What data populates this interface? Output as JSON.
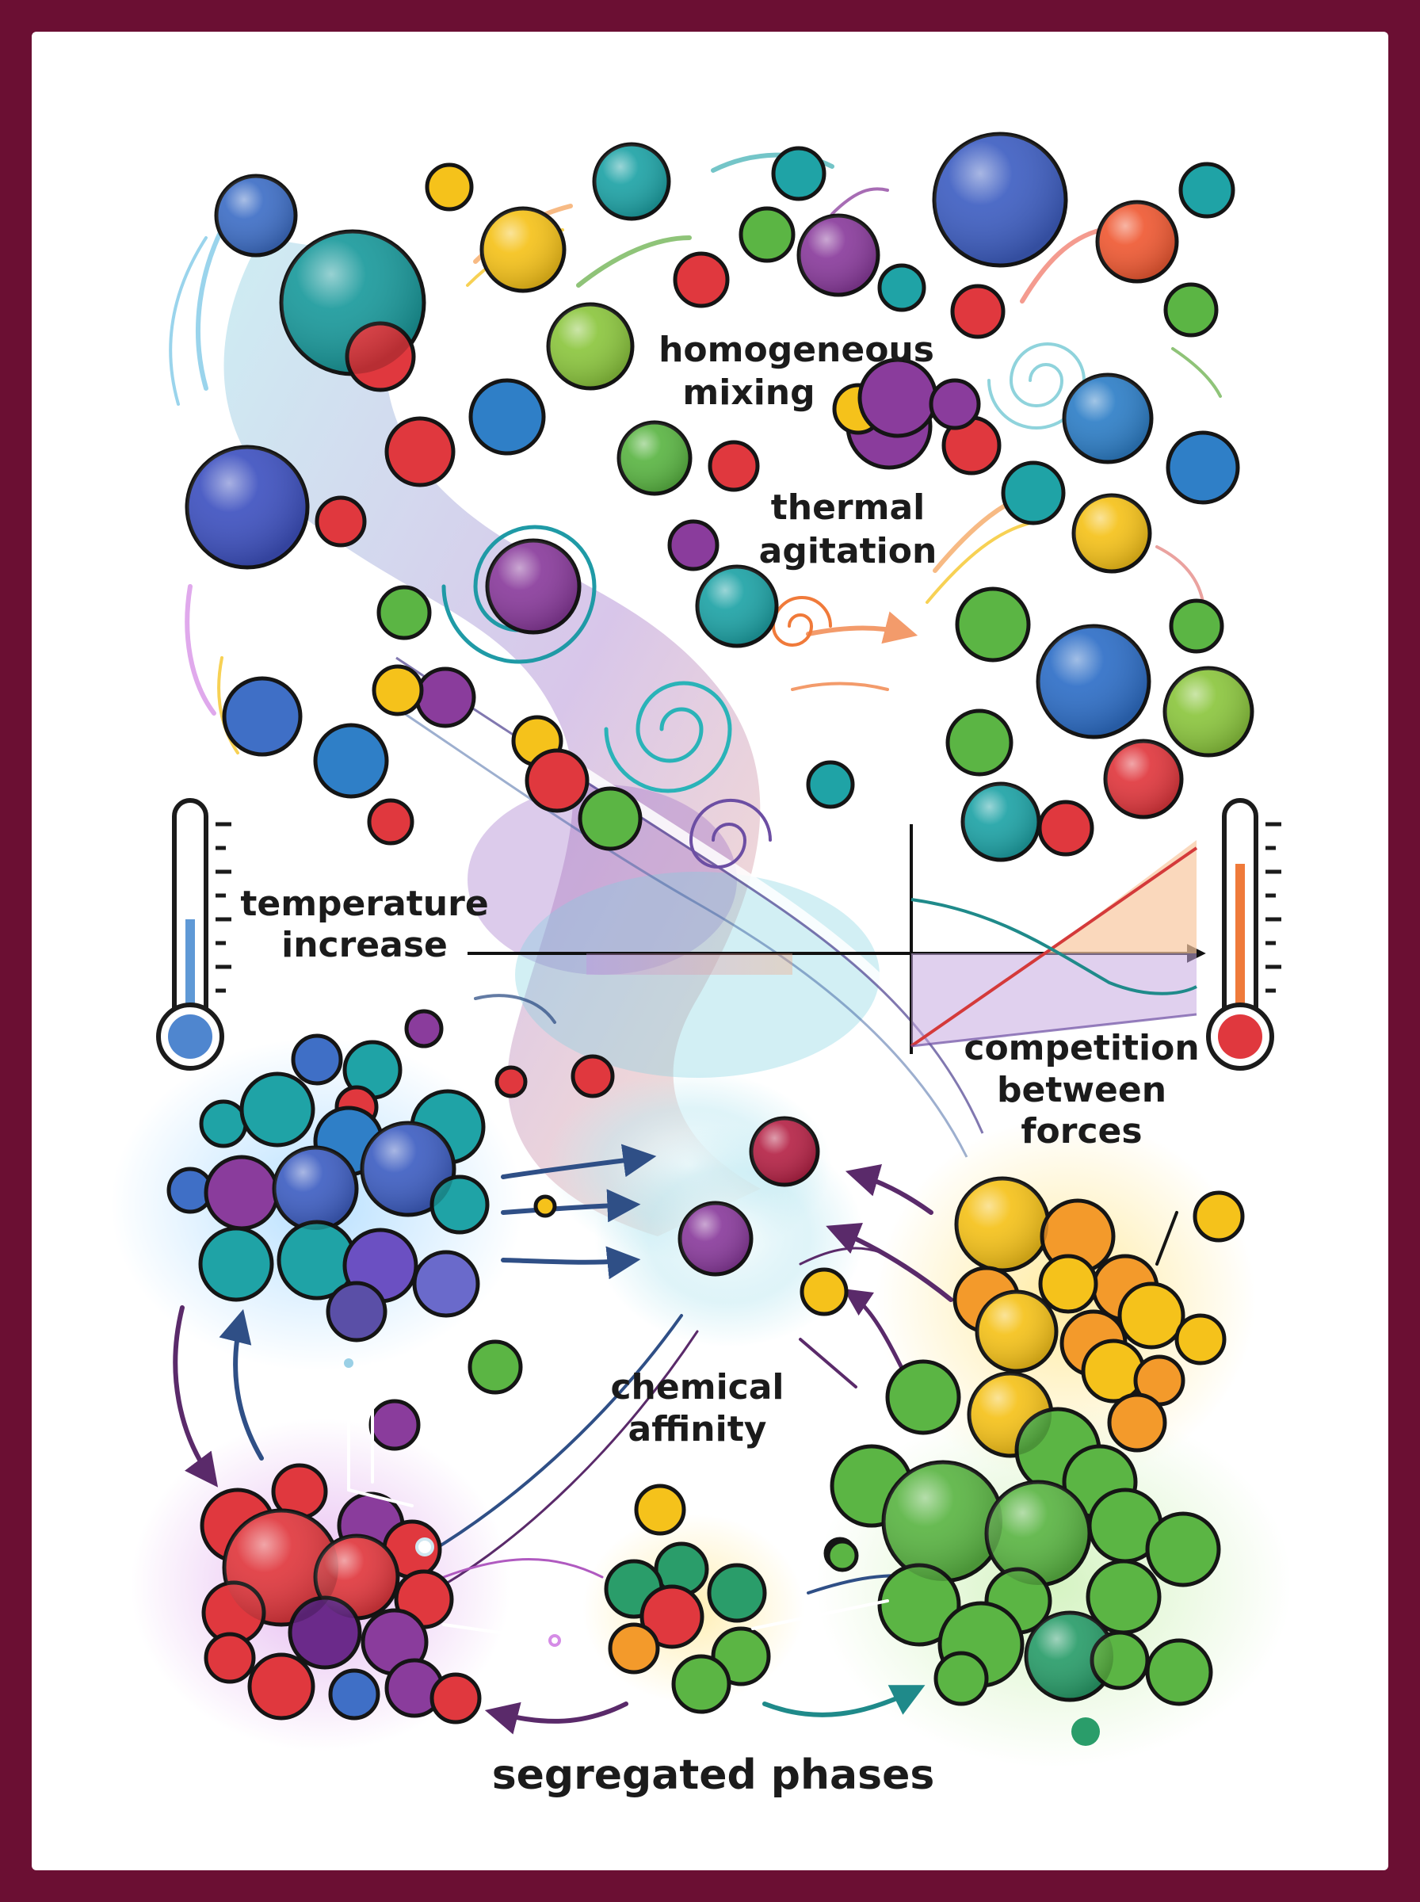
{
  "colors": {
    "frame": "#6b0f33",
    "background": "#ffffff",
    "blue": "#3f6fc6",
    "teal": "#1fa3a6",
    "green": "#5bb544",
    "yellow": "#f5c21b",
    "orange": "#f39a2b",
    "red": "#e0383e",
    "purple": "#8a3c9c",
    "crimson": "#b52447"
  },
  "labels": {
    "homogeneous": [
      "homogeneous",
      "mixing"
    ],
    "thermal": [
      "thermal",
      "agitation"
    ],
    "temperature": [
      "temperature",
      "increase"
    ],
    "competition": [
      "competition",
      "between",
      "forces"
    ],
    "chemical": [
      "chemical",
      "affinity"
    ],
    "segregated": "segregated phases"
  },
  "icons": [
    "thermometer-cold-icon",
    "thermometer-hot-icon",
    "swirl-icon",
    "arrow-icon",
    "particle-icon"
  ]
}
